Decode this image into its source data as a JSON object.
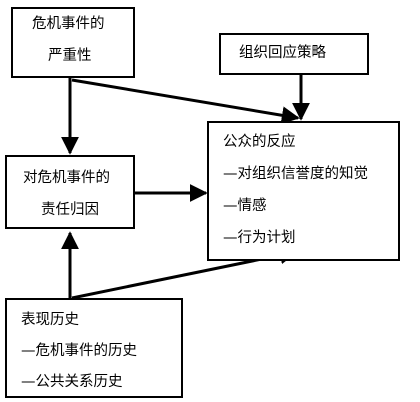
{
  "diagram": {
    "severity_box": {
      "lines": [
        "危机事件的",
        "严重性"
      ]
    },
    "strategy_box": {
      "lines": [
        "组织回应策略"
      ]
    },
    "public_box": {
      "lines": [
        "公众的反应",
        "—对组织信誉度的知觉",
        "—情感",
        "—行为计划"
      ]
    },
    "attribution_box": {
      "lines": [
        "对危机事件的",
        "责任归因"
      ]
    },
    "history_box": {
      "lines": [
        "表现历史",
        "—危机事件的历史",
        "—公共关系历史"
      ]
    }
  }
}
